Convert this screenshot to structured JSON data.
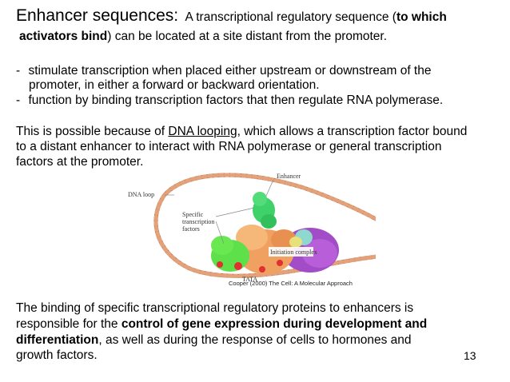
{
  "slide": {
    "title": "Enhancer sequences:",
    "intro_part1": "A transcriptional regulatory sequence (",
    "intro_bold1": "to which",
    "intro_line2_bold": "activators bind",
    "intro_line2_rest": ") can be located at a site distant from the promoter.",
    "bullets": [
      {
        "marker": "-",
        "line1": "stimulate transcription when placed either upstream or downstream of the",
        "line2": "promoter, in either a forward or backward orientation."
      },
      {
        "marker": "-",
        "line1": "function by binding transcription factors that then regulate RNA polymerase."
      }
    ],
    "looping_line1_pre": "This is possible because of ",
    "looping_link": "DNA looping",
    "looping_line1_post": ", which allows a transcription factor bound",
    "looping_line2": "to a distant enhancer to interact with RNA polymerase or general transcription",
    "looping_line3": "factors at the promoter.",
    "bottom_line1": "The binding of specific transcriptional regulatory proteins to enhancers is",
    "bottom_line2_pre": "responsible for the ",
    "bottom_line2_bold": "control of gene expression during development and",
    "bottom_line3_bold": "differentiation",
    "bottom_line3_post": ", as well as during the response of cells to hormones and",
    "bottom_line4": "growth factors.",
    "page_number": "13"
  },
  "figure": {
    "label_dna_loop": "DNA loop",
    "label_enhancer": "Enhancer",
    "label_specific_1": "Specific",
    "label_specific_2": "transcription",
    "label_specific_3": "factors",
    "label_initiation": "Initiation complex",
    "label_tata": "TATA",
    "caption": "Cooper (2000) The Cell: A Molecular Approach"
  },
  "colors": {
    "dna": "#b5653c",
    "enhancer_protein": "#3fd16a",
    "specific_factors": "#5ee04a",
    "initiation_orange": "#f0a060",
    "polymerase_purple": "#a24cc8",
    "factor_cyan": "#8fd8d0",
    "factor_yellow": "#e8e07a",
    "factor_red": "#e03030"
  }
}
